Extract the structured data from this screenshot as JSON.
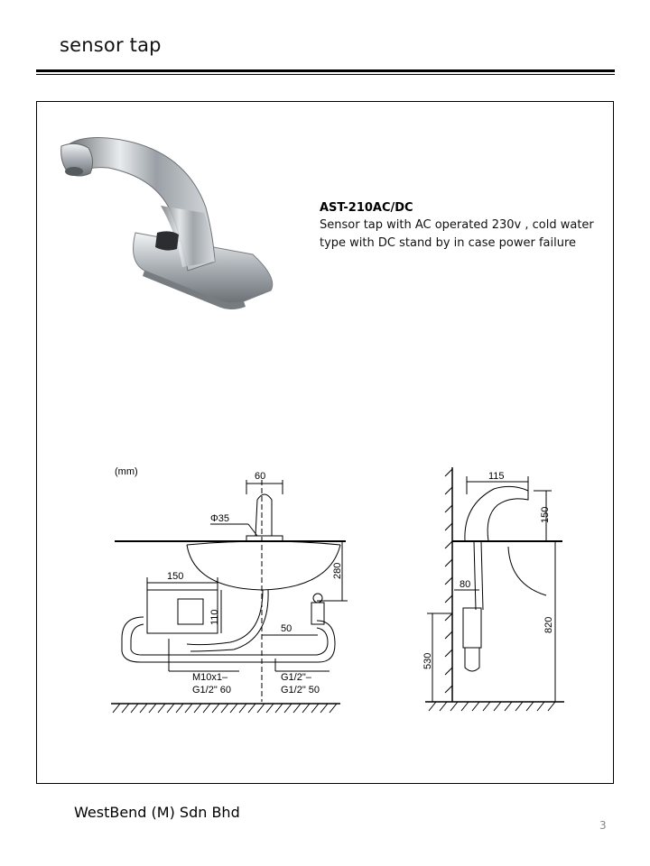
{
  "header": {
    "title": "sensor tap"
  },
  "product": {
    "model": "AST-210AC/DC",
    "description_lines": [
      "Sensor tap with AC operated 230v , cold water",
      "type with DC stand by in case power failure"
    ]
  },
  "drawing": {
    "unit": "(mm)",
    "front_dims": {
      "spout_width": "60",
      "diameter": "Φ35",
      "basin_depth": "280",
      "box_width": "150",
      "box_height": "110",
      "offset": "50",
      "connector_a_line1": "M10x1–",
      "connector_a_line2": "G1/2\" 60",
      "connector_b_line1": "G1/2\"–",
      "connector_b_line2": "G1/2\" 50"
    },
    "side_dims": {
      "reach": "115",
      "height": "150",
      "box_offset": "80",
      "box_mount_height": "530",
      "counter_height": "820"
    }
  },
  "footer": {
    "company": "WestBend (M) Sdn Bhd",
    "page_number": "3"
  }
}
